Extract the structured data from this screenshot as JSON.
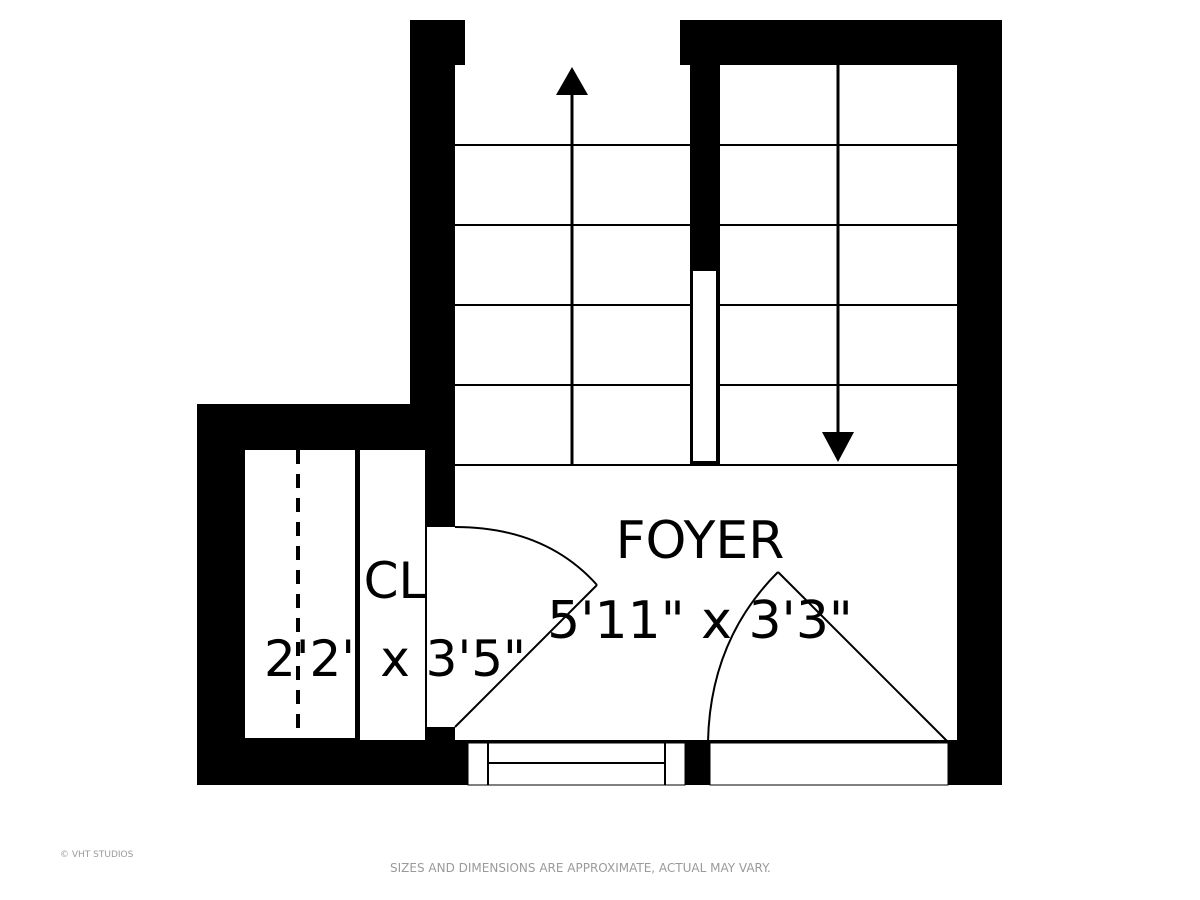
{
  "rooms": [
    {
      "name": "FOYER",
      "dimensions": "5'11\" x 3'3\""
    },
    {
      "name": "CL",
      "dimensions": "2'2\" x 3'5\""
    }
  ],
  "watermark": "© VHT STUDIOS",
  "disclaimer": "SIZES AND DIMENSIONS ARE APPROXIMATE, ACTUAL MAY VARY."
}
